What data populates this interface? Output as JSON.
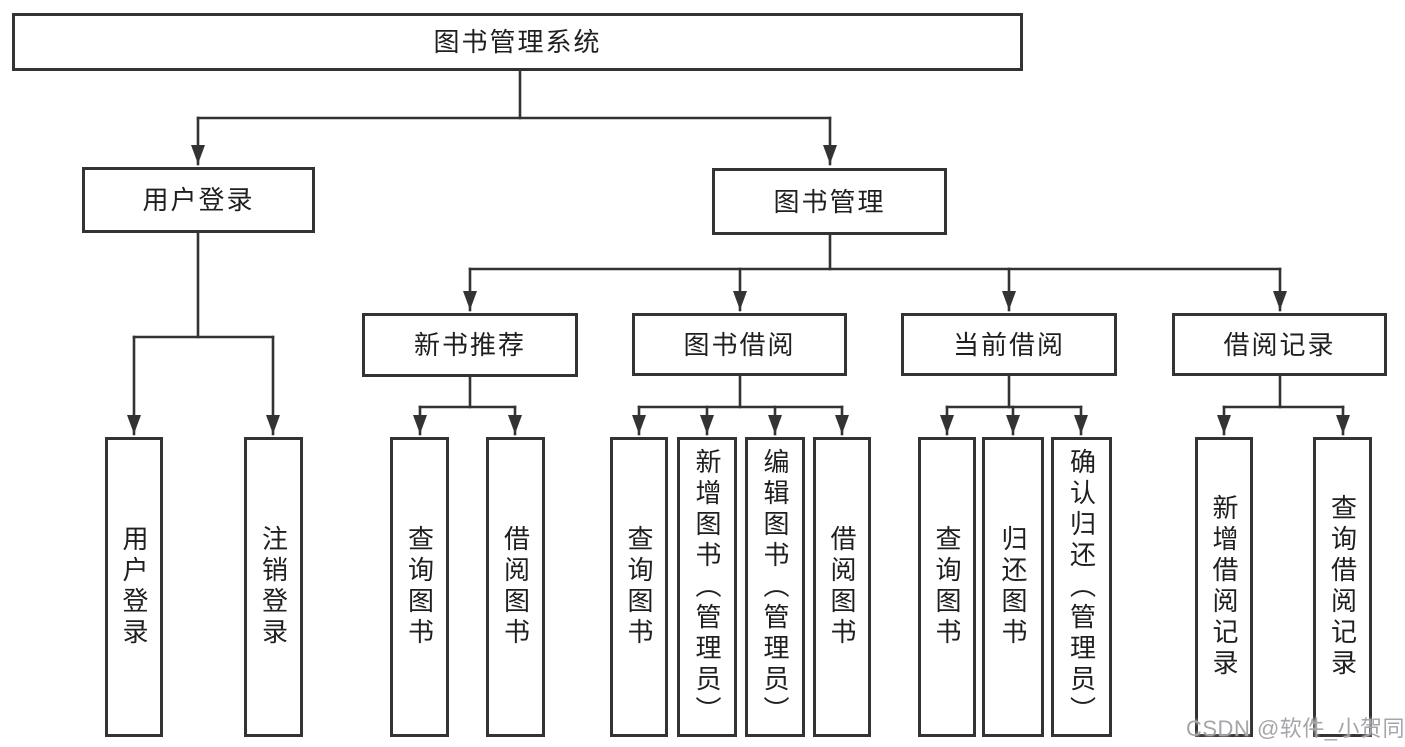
{
  "tree": {
    "root": {
      "label": "图书管理系统"
    },
    "branches": [
      {
        "label": "用户登录",
        "children": [
          {
            "label": "用户登录"
          },
          {
            "label": "注销登录"
          }
        ]
      },
      {
        "label": "图书管理",
        "children": [
          {
            "label": "新书推荐",
            "children": [
              {
                "label": "查询图书"
              },
              {
                "label": "借阅图书"
              }
            ]
          },
          {
            "label": "图书借阅",
            "children": [
              {
                "label": "查询图书"
              },
              {
                "label": "新增图书（管理员）"
              },
              {
                "label": "编辑图书（管理员）"
              },
              {
                "label": "借阅图书"
              }
            ]
          },
          {
            "label": "当前借阅",
            "children": [
              {
                "label": "查询图书"
              },
              {
                "label": "归还图书"
              },
              {
                "label": "确认归还（管理员）"
              }
            ]
          },
          {
            "label": "借阅记录",
            "children": [
              {
                "label": "新增借阅记录"
              },
              {
                "label": "查询借阅记录"
              }
            ]
          }
        ]
      }
    ]
  },
  "watermark": {
    "text": "CSDN @软件_小贺同学"
  },
  "colors": {
    "line": "#333333",
    "text": "#1f1f1f",
    "background": "#ffffff",
    "watermark": "#a6a6aa"
  }
}
